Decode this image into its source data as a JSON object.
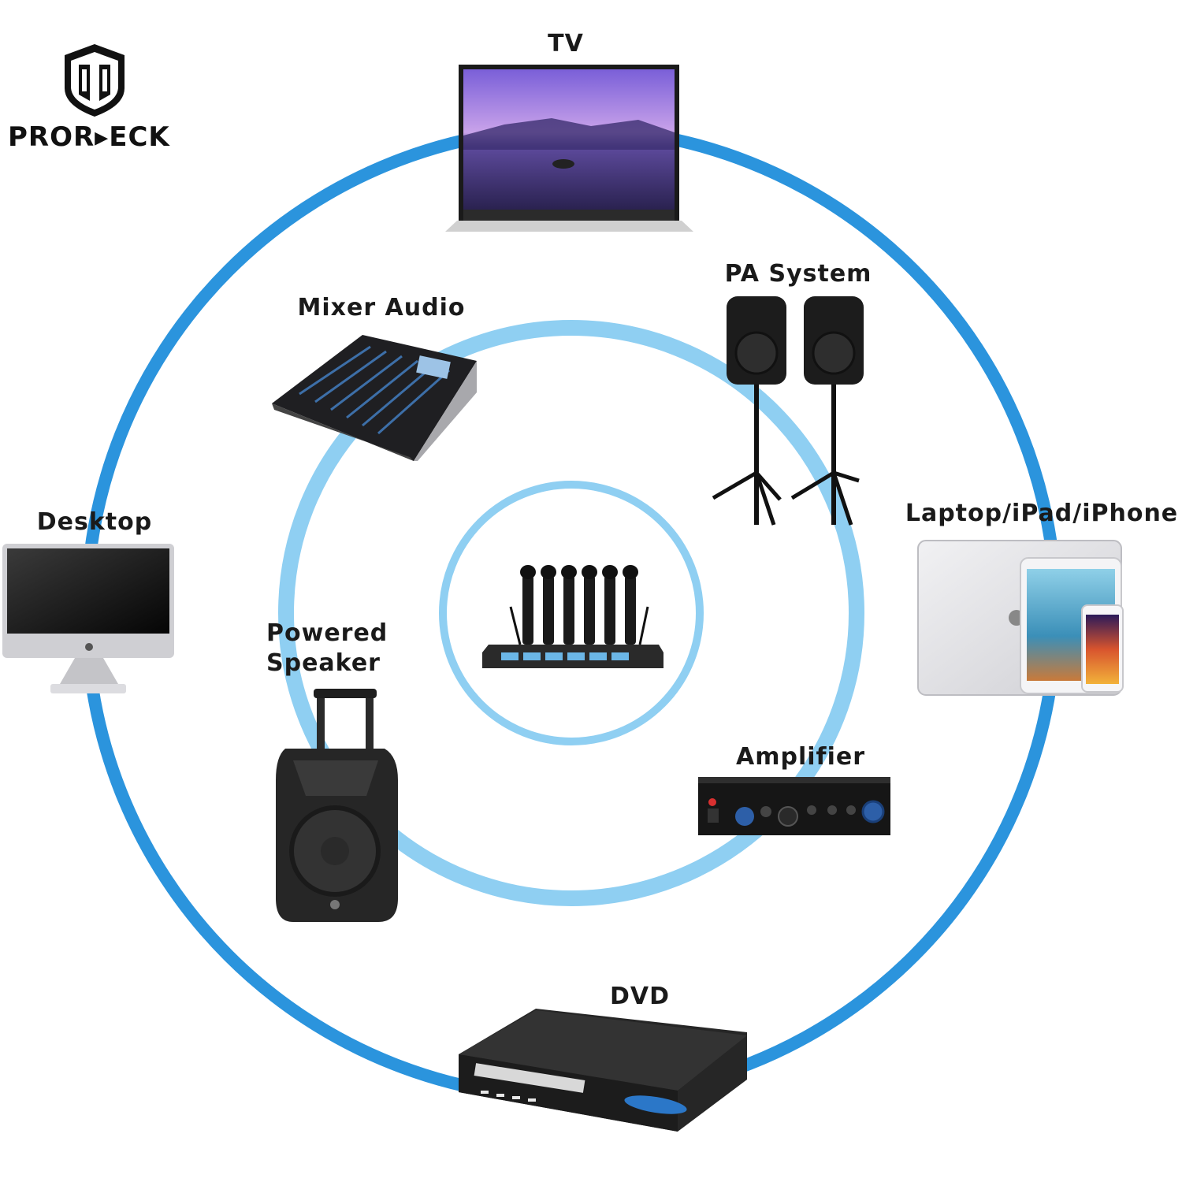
{
  "brand": {
    "name": "PROR▸ECK"
  },
  "labels": {
    "tv": "TV",
    "pa_system": "PA System",
    "mixer_audio": "Mixer Audio",
    "desktop": "Desktop",
    "laptop": "Laptop/iPad/iPhone",
    "powered_speaker_line1": "Powered",
    "powered_speaker_line2": "Speaker",
    "amplifier": "Amplifier",
    "dvd": "DVD"
  },
  "colors": {
    "outer_ring": "#2b94dd",
    "middle_ring": "#8fcff2",
    "inner_ring": "#8fcff2",
    "device_dark": "#1e1e1e",
    "lcd_blue": "#6bb6e6"
  },
  "icons": {
    "center": "wireless-microphone-system-icon",
    "tv": "tv-icon",
    "pa_system": "pa-speakers-on-tripods-icon",
    "mixer_audio": "audio-mixer-icon",
    "desktop": "desktop-computer-icon",
    "laptop": "laptop-tablet-phone-icon",
    "powered_speaker": "powered-speaker-icon",
    "amplifier": "amplifier-icon",
    "dvd": "dvd-player-icon",
    "logo": "shield-logo-icon"
  }
}
